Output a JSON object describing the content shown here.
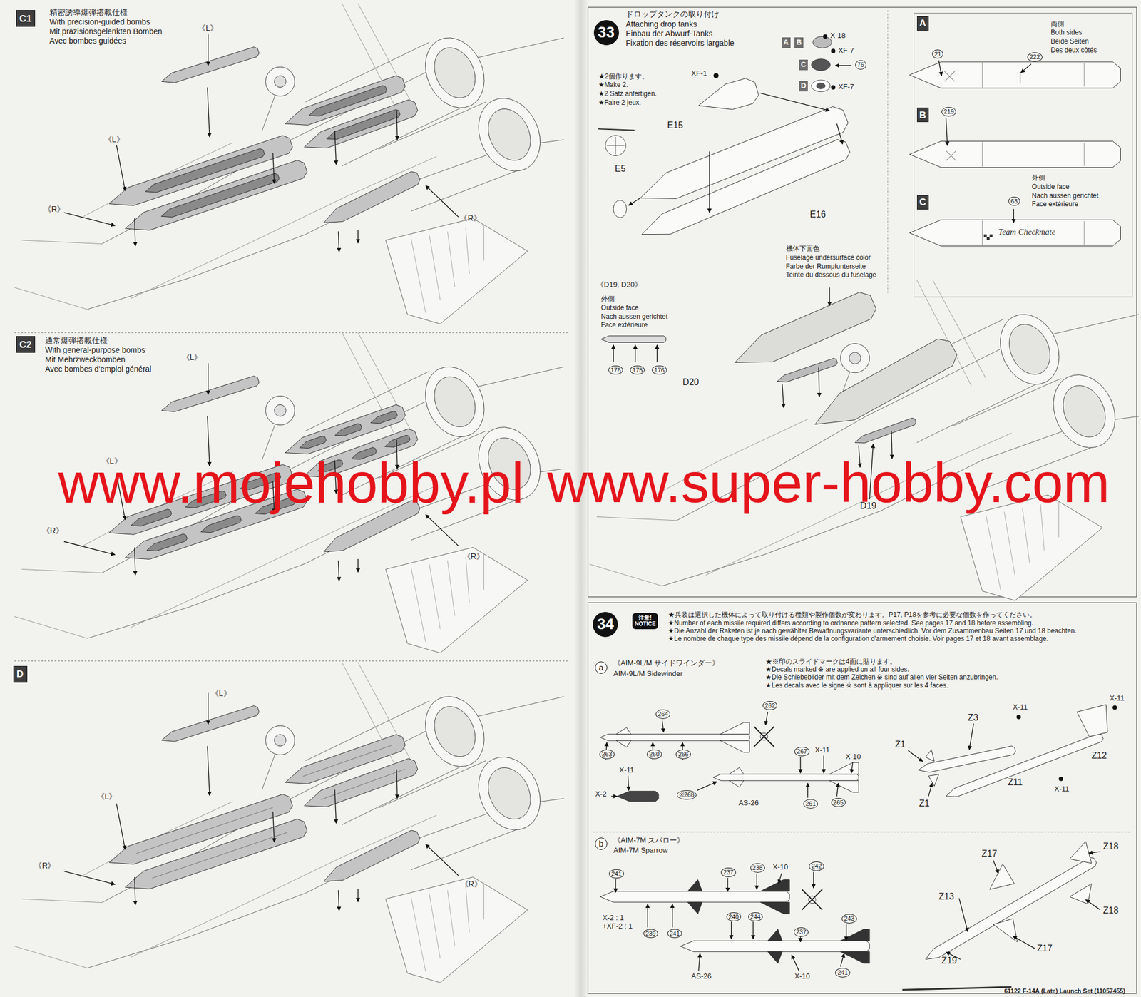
{
  "diagram": {
    "nodes": [
      {
        "text": [
          "C1"
        ]
      },
      {
        "text": [
          "C2"
        ]
      },
      {
        "text": [
          "D"
        ]
      },
      {
        "text": [
          "33"
        ]
      },
      {
        "text": [
          "A"
        ]
      },
      {
        "text": [
          "B"
        ]
      },
      {
        "text": [
          "C"
        ]
      },
      {
        "text": [
          "D"
        ]
      },
      {
        "text": [
          "A"
        ]
      },
      {
        "text": [
          "B"
        ]
      },
      {
        "text": [
          "C"
        ]
      },
      {
        "text": [
          "34"
        ]
      },
      {
        "text": [
          "注意!",
          "NOTICE"
        ]
      },
      {
        "text": [
          "a"
        ]
      },
      {
        "text": [
          "b"
        ]
      }
    ],
    "labels": [
      "精密誘導爆弾搭載仕様",
      "With precision-guided bombs",
      "Mit präzisionsgelenkten Bomben",
      "Avec bombes guidées",
      "《L》",
      "《L》",
      "《R》",
      "《R》",
      "通常爆弾搭載仕様",
      "With general-purpose bombs",
      "Mit Mehrzweckbomben",
      "Avec bombes d'emploi général",
      "《L》",
      "《L》",
      "《R》",
      "《R》",
      "《L》",
      "《L》",
      "《R》",
      "《R》",
      "ドロップタンクの取り付け",
      "Attaching drop tanks",
      "Einbau der Abwurf-Tanks",
      "Fixation des réservoirs largable",
      "X-18",
      "XF-7",
      "76",
      "XF-7",
      "★2個作ります。",
      "★Make 2.",
      "★2 Satz anfertigen.",
      "★Faire 2 jeux.",
      "XF-1",
      "E15",
      "E5",
      "E16",
      "《D19, D20》",
      "外側",
      "Outside face",
      "Nach aussen gerichtet",
      "Face extérieure",
      "176",
      "175",
      "176",
      "機体下面色",
      "Fuselage undersurface color",
      "Farbe der Rumpfunterseite",
      "Teinte du dessous du fuselage",
      "D20",
      "D19",
      "21",
      "222",
      "両側",
      "Both sides",
      "Beide Seiten",
      "Des deux côtés",
      "219",
      "63",
      "外側",
      "Outside face",
      "Nach aussen gerichtet",
      "Face extérieure",
      "Team Checkmate",
      "★兵装は選択した機体によって取り付ける種類や製作個数が変わります。P17, P18を参考に必要な個数を作ってください。",
      "★Number of each missile required differs according to ordnance pattern selected. See pages 17 and 18 before assembling.",
      "★Die Anzahl der Raketen ist je nach gewählter Bewaffnungsvariante unterschiedlich. Vor dem Zusammenbau Seiten 17 und 18 beachten.",
      "★Le nombre de chaque type des missile dépend de la configuration d'armement choisie. Voir pages 17 et 18 avant assemblage.",
      "《AIM-9L/M サイドワインダー》",
      "AIM-9L/M Sidewinder",
      "★※印のスライドマークは4面に貼ります。",
      "★Decals marked ※ are applied on all four sides.",
      "★Die Schiebebilder mit dem Zeichen ※ sind auf allen vier Seiten anzubringen.",
      "★Les decals avec le signe ※ sont à appliquer sur les 4 faces.",
      "264",
      "262",
      "263",
      "260",
      "266",
      "267",
      "X-11",
      "X-10",
      "X-11",
      "X-2",
      "※268",
      "AS-26",
      "261",
      "265",
      "Z3",
      "X-11",
      "X-11",
      "Z1",
      "Z12",
      "X-11",
      "Z1",
      "Z11",
      "《AIM-7M スパロー》",
      "AIM-7M Sparrow",
      "241",
      "237",
      "238",
      "X-10",
      "242",
      "X-2 : 1 +XF-2 : 1",
      "239",
      "241",
      "240",
      "244",
      "237",
      "243",
      "AS-26",
      "X-10",
      "241",
      "Z17",
      "Z18",
      "Z13",
      "Z18",
      "Z19",
      "Z17",
      "www.mojehobby.pl",
      "www.super-hobby.com",
      "61122 F-14A (Late) Launch Set (11057455)"
    ]
  }
}
